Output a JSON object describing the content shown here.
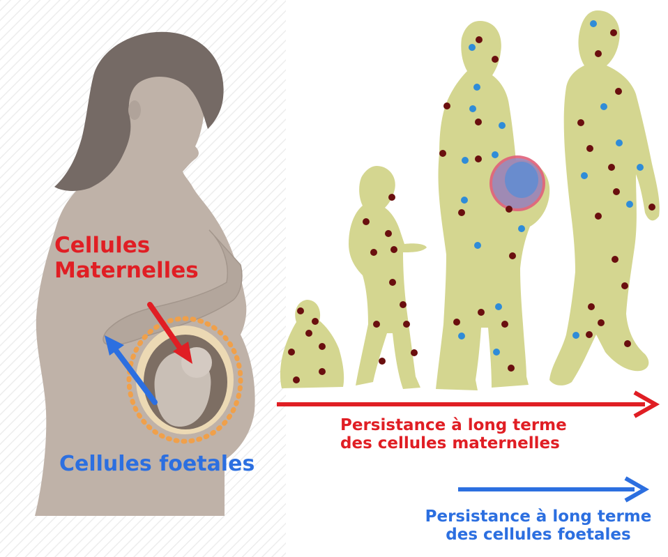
{
  "colors": {
    "maternal": "#e01e24",
    "fetal": "#2c6fe0",
    "skin_mother": "#bdb0a6",
    "hair": "#766b66",
    "body_fill": "#d4d690",
    "maternal_dot": "#6a0f0f",
    "fetal_dot": "#2f8cd8",
    "placenta_dot": "#f0a04a"
  },
  "labels": {
    "maternal_line1": "Cellules",
    "maternal_line2": "Maternelles",
    "fetal": "Cellules foetales"
  },
  "timeline": {
    "maternal_line1": "Persistance à long terme",
    "maternal_line2": "des cellules maternelles",
    "fetal_line1": "Persistance à long terme",
    "fetal_line2": "des cellules foetales"
  },
  "figures": [
    {
      "name": "baby"
    },
    {
      "name": "child"
    },
    {
      "name": "pregnant-woman"
    },
    {
      "name": "adult-man"
    }
  ]
}
